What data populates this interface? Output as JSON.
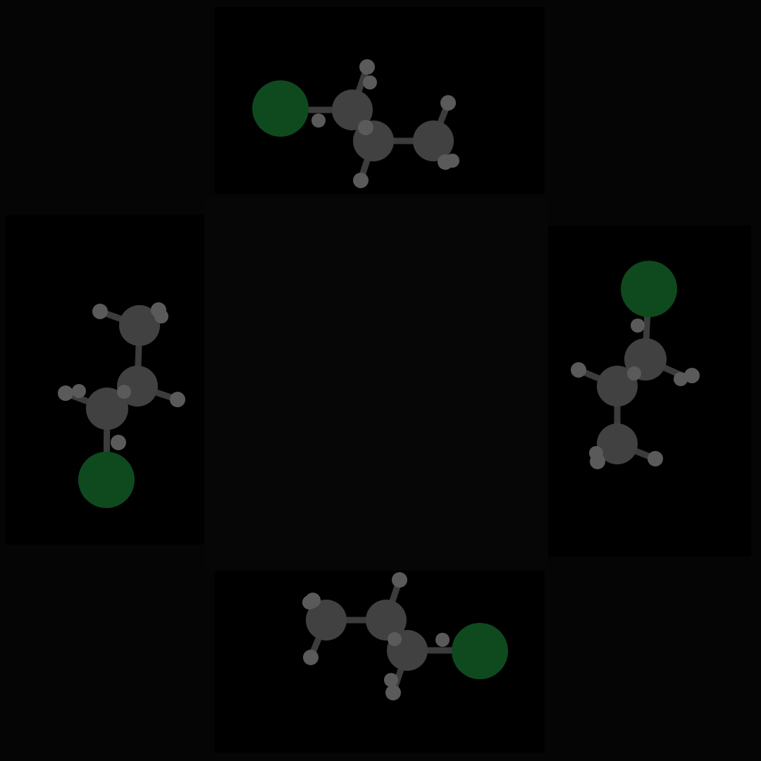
{
  "colors": {
    "background": "#050505",
    "panel": "#000000",
    "center": "#060606",
    "carbon": "#414141",
    "hydrogen": "#5a5a5a",
    "chlorine": "#0f4a1f",
    "bond": "#3c3c3c"
  },
  "panels": [
    {
      "name": "molecule-panel-top",
      "view": "top"
    },
    {
      "name": "molecule-panel-left",
      "view": "left"
    },
    {
      "name": "molecule-panel-right",
      "view": "right"
    },
    {
      "name": "molecule-panel-bottom",
      "view": "bottom"
    }
  ],
  "molecule": {
    "elements": [
      "Cl",
      "C",
      "C",
      "C",
      "H"
    ]
  }
}
